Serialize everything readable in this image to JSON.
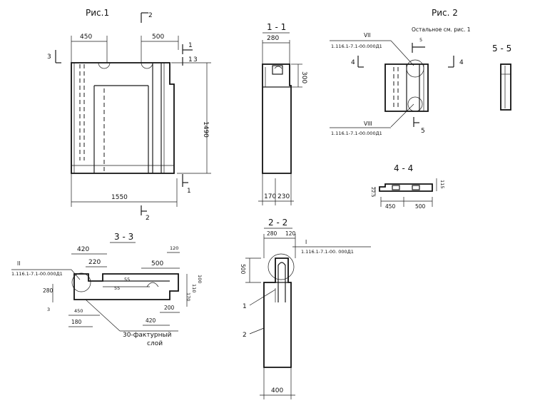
{
  "figures": {
    "fig1": {
      "title": "Рис.1",
      "section_top": "2",
      "section_bottom": "2",
      "section_left": "3",
      "section_right_top": "1",
      "section_right_13": "1",
      "section_right_13b": "3",
      "section_right_bottom": "1",
      "dim_top_left": "450",
      "dim_top_right": "500",
      "dim_height": "1490",
      "dim_width": "1550"
    },
    "sec11": {
      "title": "1 - 1",
      "dim_top": "280",
      "dim_side": "300",
      "dim_bot_left": "170",
      "dim_bot_right": "230"
    },
    "fig2": {
      "title": "Рис. 2",
      "note": "Остальное  см.  рис. 1",
      "callout_top_num": "VII",
      "callout_top_ref": "1.116.1-7.1-00.000Д1",
      "callout_bot_num": "VIII",
      "callout_bot_ref": "1.116.1-7.1-00.000Д1",
      "sec4_left": "4",
      "sec4_right": "4",
      "sec5_top": "5",
      "sec5_bot": "5"
    },
    "sec55": {
      "title": "5 - 5"
    },
    "sec44": {
      "title": "4 - 4",
      "dim_left_h": "22.5",
      "dim_right_h": "115",
      "dim_bot_left": "450",
      "dim_bot_right": "500"
    },
    "sec33": {
      "title": "3 - 3",
      "callout_num": "II",
      "callout_ref": "1.116.1-7.1-00.000Д1",
      "dim_420_top": "420",
      "dim_220": "220",
      "dim_500": "500",
      "dim_120": "120",
      "dim_280": "280",
      "dim_3": "3",
      "dim_55a": "55",
      "dim_55b": "55",
      "dim_100": "100",
      "dim_110": "110",
      "dim_170": "170",
      "dim_200": "200",
      "dim_450": "450",
      "dim_420_bot": "420",
      "dim_180": "180",
      "layer_note_1": "30-фактурный",
      "layer_note_2": "слой"
    },
    "sec22": {
      "title": "2 - 2",
      "dim_280": "280",
      "dim_120": "120",
      "dim_500": "500",
      "dim_400": "400",
      "callout_num": "I",
      "callout_ref": "1.116.1-7.1-00. 000Д1",
      "pos1": "1",
      "pos2": "2"
    }
  }
}
